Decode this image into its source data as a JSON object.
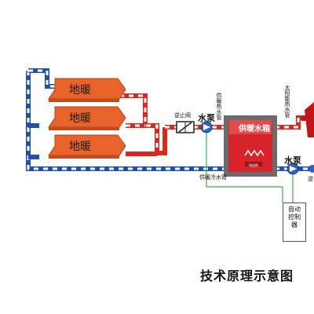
{
  "floor_heating": {
    "panels": [
      {
        "label": "地暖"
      },
      {
        "label": "地暖"
      },
      {
        "label": "地暖"
      }
    ]
  },
  "check_valve": {
    "label": "逆止阀"
  },
  "pump_left": {
    "label": "水泵"
  },
  "pump_right": {
    "label": "水泵"
  },
  "supply_pipe": {
    "label": "供暖热水管"
  },
  "return_pipe": {
    "label": "供暖冷水管"
  },
  "tank": {
    "label": "供暖水箱",
    "heater_label": "电加热"
  },
  "solar_pipe": {
    "label": "太阳能热水管"
  },
  "controller": {
    "label": "自动控制器"
  },
  "cut_label": {
    "label": "逆"
  },
  "caption": {
    "text": "技术原理示意图"
  },
  "colors": {
    "hot_pipe": "#d9281c",
    "cold_pipe": "#1f4fb0",
    "panel": "#e8632a",
    "tank": "#d8232a",
    "control_wire": "#3fae49",
    "pump": "#2a63c4"
  }
}
